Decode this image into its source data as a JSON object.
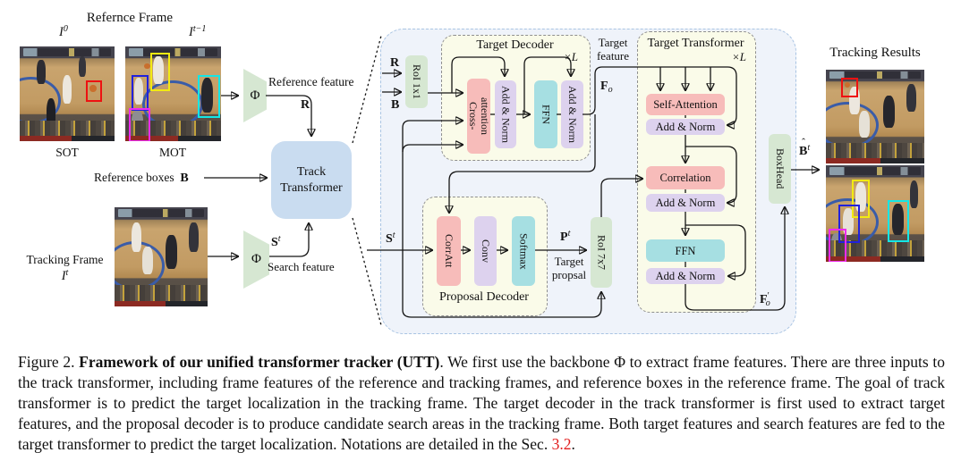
{
  "diagram": {
    "titles": {
      "reference_frame": "Refernce Frame",
      "tracking_results": "Tracking Results",
      "target_decoder": "Target Decoder",
      "proposal_decoder": "Proposal Decoder",
      "target_transformer": "Target Transformer",
      "track_transformer": "Track Transformer"
    },
    "labels": {
      "i0_base": "I",
      "i0_sup": "0",
      "it1_base": "I",
      "it1_sup": "t−1",
      "it_base": "I",
      "it_sup": "t",
      "sot": "SOT",
      "mot": "MOT",
      "phi": "Φ",
      "reference_feature": "Reference feature",
      "r": "R",
      "reference_boxes": "Reference boxes",
      "b": "B",
      "tracking_frame": "Tracking Frame",
      "s_base": "S",
      "s_sup": "t",
      "search_feature": "Search feature",
      "times_l": "×L",
      "roi_1x1": "RoI 1x1",
      "roi_7x7": "RoI 7x7",
      "boxhead": "BoxHead",
      "cross_attention_l1": "Cross-",
      "cross_attention_l2": "attention",
      "add_norm": "Add & Norm",
      "ffn": "FFN",
      "target_feature_l1": "Target",
      "target_feature_l2": "feature",
      "fo_base": "F",
      "fo_sub": "o",
      "fo_prime_base": "F",
      "fo_prime_mark": "′",
      "fo_prime_sub": "o",
      "corratt": "CorrAtt",
      "conv": "Conv",
      "softmax": "Softmax",
      "pt_base": "P",
      "pt_sup": "t",
      "target_proposal_l1": "Target",
      "target_proposal_l2": "propsal",
      "self_attention": "Self-Attention",
      "correlation": "Correlation",
      "bt_hat": "ˆ",
      "bt_base": "B",
      "bt_sup": "t"
    },
    "colors": {
      "block_pink": "#f7bcba",
      "block_purple": "#ddd2ee",
      "block_cyan": "#a6dfe2",
      "block_green": "#d6e7d2",
      "track_transformer_blue": "#c9dcf0",
      "decoder_bg": "#fafbe9",
      "outer_bg": "#eff3fa",
      "outer_border": "#a9c4e3",
      "bbox_red": "#ee1111",
      "bbox_yellow": "#f2ea12",
      "bbox_blue": "#2121dd",
      "bbox_cyan": "#14e6e6",
      "bbox_magenta": "#ee2bee"
    }
  },
  "caption": {
    "prefix": "Figure 2. ",
    "bold": "Framework of our unified transformer tracker (UTT)",
    "body": ". We first use the backbone Φ to extract frame features. There are three inputs to the track transformer, including frame features of the reference and tracking frames, and reference boxes in the reference frame. The goal of track transformer is to predict the target localization in the tracking frame. The target decoder in the track transformer is first used to extract target features, and the proposal decoder is to produce candidate search areas in the tracking frame. Both target features and search features are fed to the target transformer to predict the target localization. Notations are detailed in the Sec. ",
    "link": "3.2",
    "suffix": "."
  }
}
